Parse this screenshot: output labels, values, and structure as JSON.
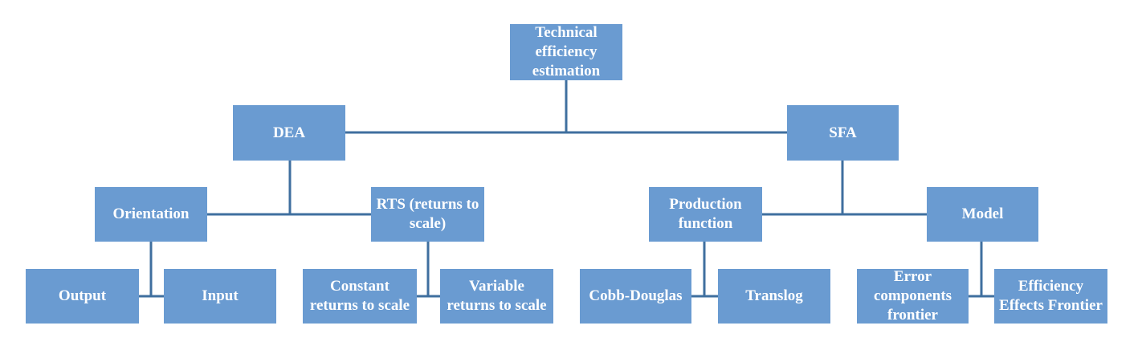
{
  "colors": {
    "box_fill": "#6a9bd1",
    "box_text": "#ffffff",
    "connector": "#3f6f9f",
    "background": "#ffffff"
  },
  "nodes": {
    "root": "Technical efficiency estimation",
    "dea": "DEA",
    "sfa": "SFA",
    "orientation": "Orientation",
    "rts": "RTS (returns to scale)",
    "production_function": "Production function",
    "model": "Model",
    "output": "Output",
    "input": "Input",
    "constant_rts": "Constant returns to scale",
    "variable_rts": "Variable returns to scale",
    "cobb_douglas": "Cobb-Douglas",
    "translog": "Translog",
    "error_components": "Error components frontier",
    "efficiency_effects": "Efficiency Effects Frontier"
  }
}
